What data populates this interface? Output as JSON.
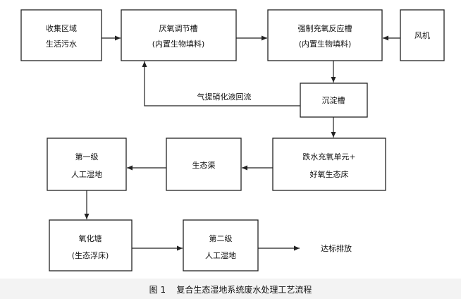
{
  "nodes": {
    "collection": {
      "line1": "收集区域",
      "line2": "生活污水"
    },
    "anoxic_tank": {
      "line1": "厌氧调节槽",
      "line2": "(内置生物填料)"
    },
    "aeration_tank": {
      "line1": "强制充氧反应槽",
      "line2": "(内置生物填料)"
    },
    "blower": {
      "line1": "风机"
    },
    "settling_tank": {
      "line1": "沉淀槽"
    },
    "cascade_unit": {
      "line1": "跌水充氧单元+",
      "line2": "好氧生态床"
    },
    "eco_ditch": {
      "line1": "生态渠"
    },
    "wetland_1": {
      "line1": "第一级",
      "line2": "人工湿地"
    },
    "oxidation_pond": {
      "line1": "氧化塘",
      "line2": "(生态浮床)"
    },
    "wetland_2": {
      "line1": "第二级",
      "line2": "人工湿地"
    }
  },
  "labels": {
    "recirculation": "气提硝化液回流",
    "discharge": "达标排放"
  },
  "caption": {
    "figure": "图 1",
    "title": "复合生态湿地系统废水处理工艺流程"
  }
}
